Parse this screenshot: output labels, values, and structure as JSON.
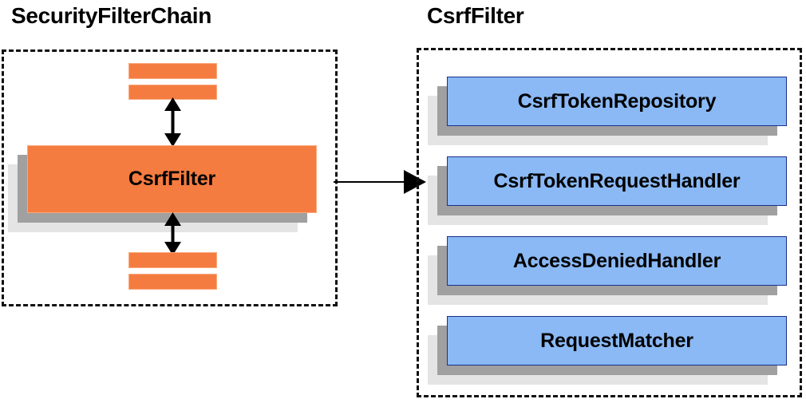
{
  "diagram": {
    "type": "component-relationship-diagram",
    "colors": {
      "component_fill": "#8ab9f5",
      "component_border": "#1b2f8a",
      "filter_fill": "#f47c40",
      "filter_border": "#f9a97d",
      "shadow_dark": "#a0a0a0",
      "shadow_light": "#e4e4e4",
      "panel_border": "#111111",
      "background": "#ffffff",
      "text": "#000000"
    }
  },
  "left_panel": {
    "title": "SecurityFilterChain",
    "focused_filter": {
      "label": "CsrfFilter"
    },
    "sibling_filters_above": [
      {
        "label": ""
      },
      {
        "label": ""
      }
    ],
    "sibling_filters_below": [
      {
        "label": ""
      },
      {
        "label": ""
      }
    ],
    "connector_up": {
      "name": "chain-link-upward",
      "style": "double-headed-vertical-arrow"
    },
    "connector_down": {
      "name": "chain-link-downward",
      "style": "double-headed-vertical-arrow"
    }
  },
  "connector": {
    "name": "delegates-to",
    "style": "single-headed-horizontal-arrow",
    "from": "CsrfFilter",
    "to": "CsrfFilter collaborators"
  },
  "right_panel": {
    "title": "CsrfFilter",
    "components": [
      {
        "label": "CsrfTokenRepository"
      },
      {
        "label": "CsrfTokenRequestHandler"
      },
      {
        "label": "AccessDeniedHandler"
      },
      {
        "label": "RequestMatcher"
      }
    ]
  }
}
